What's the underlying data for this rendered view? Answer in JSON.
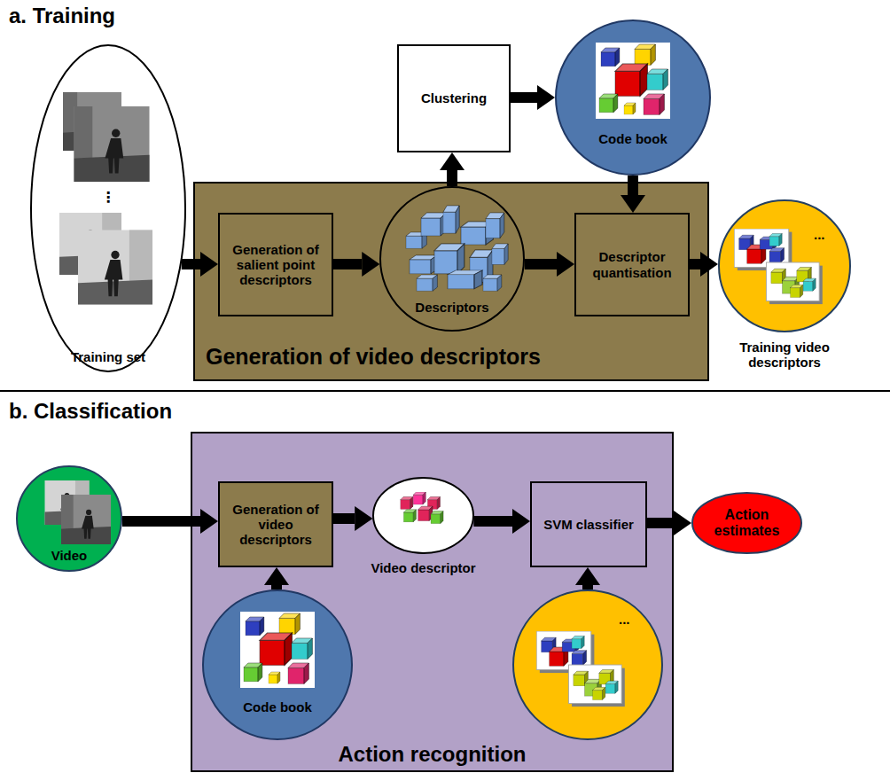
{
  "diagram": {
    "nodes": [
      {
        "text": [
          "⋮",
          "Training set"
        ]
      },
      {
        "text": [
          "Generation of video descriptors"
        ]
      },
      {
        "text": [
          "Generation of salient point descriptors"
        ],
        "in": 1
      },
      {
        "text": [
          "Descriptors"
        ],
        "in": 1
      },
      {
        "text": [
          "Descriptor quantisation"
        ],
        "in": 1
      },
      {
        "text": [
          "Clustering"
        ]
      },
      {
        "text": [
          "Code book"
        ]
      },
      {
        "text": [
          "...",
          "Training video descriptors"
        ]
      },
      {
        "text": [
          "Video"
        ]
      },
      {
        "text": [
          "Action recognition"
        ]
      },
      {
        "text": [
          "Generation of video descriptors"
        ],
        "in": 9
      },
      {
        "text": [
          "Video descriptor"
        ],
        "in": 9
      },
      {
        "text": [
          "SVM classifier"
        ],
        "in": 9
      },
      {
        "text": [
          "Code book"
        ],
        "in": 9
      },
      {
        "text": [
          "..."
        ],
        "in": 9
      },
      {
        "text": [
          "Action estimates"
        ]
      }
    ],
    "edges": [
      {
        "from": 0,
        "to": 2,
        "arrow": "to"
      },
      {
        "from": 2,
        "to": 3,
        "arrow": "to"
      },
      {
        "from": 3,
        "to": 4,
        "arrow": "to"
      },
      {
        "from": 3,
        "to": 5,
        "arrow": "to"
      },
      {
        "from": 5,
        "to": 6,
        "arrow": "to"
      },
      {
        "from": 6,
        "to": 4,
        "arrow": "to"
      },
      {
        "from": 4,
        "to": 7,
        "arrow": "to"
      },
      {
        "from": 8,
        "to": 10,
        "arrow": "to"
      },
      {
        "from": 10,
        "to": 11,
        "arrow": "to"
      },
      {
        "from": 11,
        "to": 12,
        "arrow": "to"
      },
      {
        "from": 12,
        "to": 15,
        "arrow": "to"
      },
      {
        "from": 13,
        "to": 10,
        "arrow": "to"
      },
      {
        "from": 14,
        "to": 12,
        "arrow": "to"
      }
    ],
    "labels": [
      "a. Training",
      "b. Classification"
    ]
  }
}
